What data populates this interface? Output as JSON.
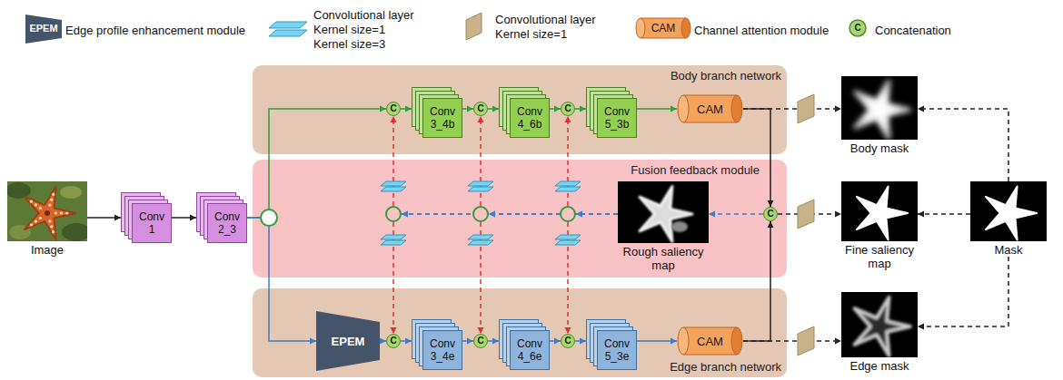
{
  "diagram": {
    "nodes": [
      {
        "text": [
          "Image"
        ]
      },
      {
        "text": [
          "Conv 1"
        ]
      },
      {
        "text": [
          "Conv 2_3"
        ]
      },
      {
        "text": [
          "Body branch network"
        ]
      },
      {
        "text": [
          "C"
        ],
        "in": 3
      },
      {
        "text": [
          "Conv 3_4b"
        ],
        "in": 3
      },
      {
        "text": [
          "C"
        ],
        "in": 3
      },
      {
        "text": [
          "Conv 4_6b"
        ],
        "in": 3
      },
      {
        "text": [
          "C"
        ],
        "in": 3
      },
      {
        "text": [
          "Conv 5_3b"
        ],
        "in": 3
      },
      {
        "text": [
          "CAM"
        ],
        "in": 3
      },
      {
        "text": [
          "Fusion feedback module"
        ]
      },
      {
        "text": [
          "Rough saliency map"
        ],
        "in": 11
      },
      {
        "text": [
          "C"
        ],
        "in": 11
      },
      {
        "text": [
          "Edge branch network"
        ]
      },
      {
        "text": [
          "EPEM"
        ],
        "in": 14
      },
      {
        "text": [
          "C"
        ],
        "in": 14
      },
      {
        "text": [
          "Conv 3_4e"
        ],
        "in": 14
      },
      {
        "text": [
          "C"
        ],
        "in": 14
      },
      {
        "text": [
          "Conv 4_6e"
        ],
        "in": 14
      },
      {
        "text": [
          "C"
        ],
        "in": 14
      },
      {
        "text": [
          "Conv 5_3e"
        ],
        "in": 14
      },
      {
        "text": [
          "CAM"
        ],
        "in": 14
      },
      {
        "text": [
          "Body mask"
        ]
      },
      {
        "text": [
          "Fine saliency map"
        ]
      },
      {
        "text": [
          "Edge mask"
        ]
      },
      {
        "text": [
          "Mask"
        ]
      }
    ],
    "edges": [
      {
        "from": 0,
        "to": 1,
        "arrow": "to"
      },
      {
        "from": 1,
        "to": 2,
        "arrow": "to"
      },
      {
        "from": 2,
        "to": 4,
        "arrow": "to"
      },
      {
        "from": 2,
        "to": 15,
        "arrow": "to"
      },
      {
        "from": 4,
        "to": 5,
        "arrow": "to"
      },
      {
        "from": 5,
        "to": 6,
        "arrow": "to"
      },
      {
        "from": 6,
        "to": 7,
        "arrow": "to"
      },
      {
        "from": 7,
        "to": 8,
        "arrow": "to"
      },
      {
        "from": 8,
        "to": 9,
        "arrow": "to"
      },
      {
        "from": 9,
        "to": 10,
        "arrow": "to"
      },
      {
        "from": 15,
        "to": 16,
        "arrow": "to"
      },
      {
        "from": 16,
        "to": 17,
        "arrow": "to"
      },
      {
        "from": 17,
        "to": 18,
        "arrow": "to"
      },
      {
        "from": 18,
        "to": 19,
        "arrow": "to"
      },
      {
        "from": 19,
        "to": 20,
        "arrow": "to"
      },
      {
        "from": 20,
        "to": 21,
        "arrow": "to"
      },
      {
        "from": 21,
        "to": 22,
        "arrow": "to"
      },
      {
        "from": 10,
        "to": 13,
        "arrow": "to"
      },
      {
        "from": 22,
        "to": 13,
        "arrow": "to"
      },
      {
        "from": 10,
        "to": 23,
        "arrow": "to"
      },
      {
        "from": 13,
        "to": 24,
        "arrow": "to"
      },
      {
        "from": 22,
        "to": 25,
        "arrow": "to"
      },
      {
        "from": 26,
        "to": 23,
        "arrow": "to"
      },
      {
        "from": 26,
        "to": 24,
        "arrow": "to"
      },
      {
        "from": 26,
        "to": 25,
        "arrow": "to"
      },
      {
        "from": 13,
        "to": 12,
        "arrow": "to"
      },
      {
        "from": 12,
        "to": 8,
        "arrow": "to"
      },
      {
        "from": 12,
        "to": 6,
        "arrow": "to"
      },
      {
        "from": 12,
        "to": 4,
        "arrow": "to"
      },
      {
        "from": 12,
        "to": 20,
        "arrow": "to"
      },
      {
        "from": 12,
        "to": 18,
        "arrow": "to"
      },
      {
        "from": 12,
        "to": 16,
        "arrow": "to"
      }
    ],
    "labels": [
      "EPEM",
      "CAM",
      "C"
    ],
    "legend": [
      {
        "text": "Edge profile enhancement module"
      },
      {
        "text": "Convolutional layer"
      },
      {
        "text": "Kernel size=1"
      },
      {
        "text": "Kernel size=3"
      },
      {
        "text": "Convolutional layer"
      },
      {
        "text": "Kernel size=1"
      },
      {
        "text": "Channel attention module"
      },
      {
        "text": "Concatenation"
      }
    ]
  }
}
